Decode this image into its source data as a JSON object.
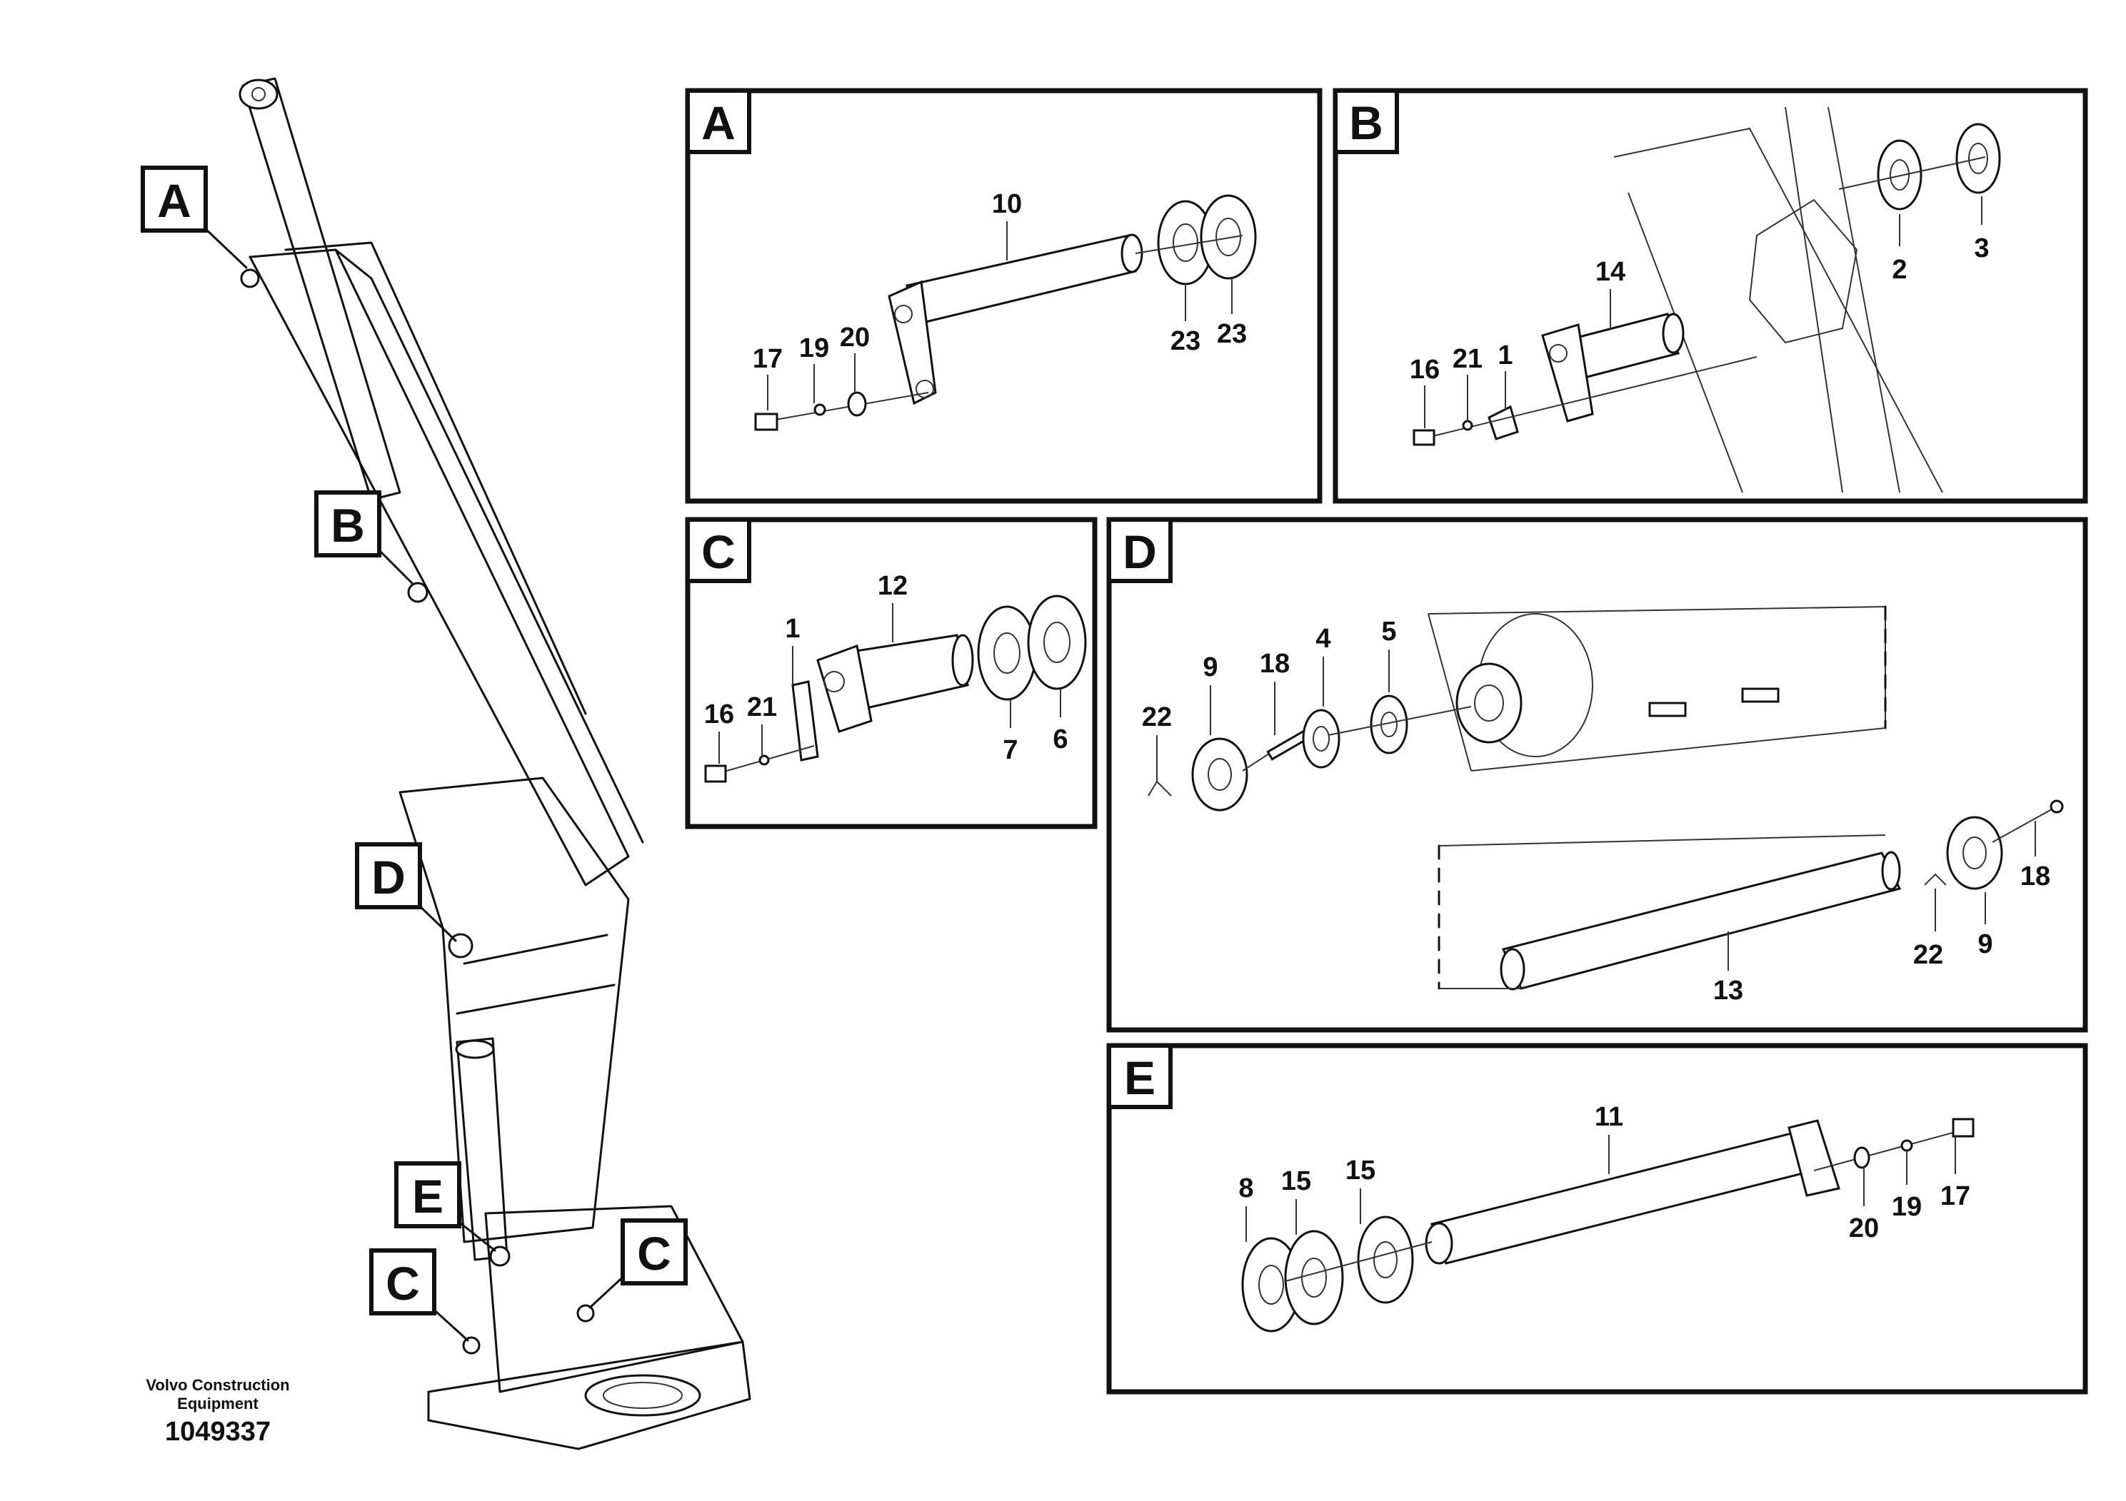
{
  "footer": {
    "brand_line1": "Volvo Construction",
    "brand_line2": "Equipment",
    "drawing_number": "1049337"
  },
  "overview_callouts": [
    "A",
    "B",
    "D",
    "E",
    "C",
    "C"
  ],
  "panels": {
    "A": {
      "title": "A",
      "labels": [
        "10",
        "17",
        "19",
        "20",
        "23",
        "23"
      ]
    },
    "B": {
      "title": "B",
      "labels": [
        "14",
        "16",
        "21",
        "1",
        "2",
        "3"
      ]
    },
    "C": {
      "title": "C",
      "labels": [
        "12",
        "1",
        "16",
        "21",
        "7",
        "6"
      ]
    },
    "D": {
      "title": "D",
      "labels": [
        "9",
        "18",
        "4",
        "5",
        "22",
        "13",
        "22",
        "9",
        "18"
      ]
    },
    "E": {
      "title": "E",
      "labels": [
        "11",
        "8",
        "15",
        "15",
        "20",
        "19",
        "17"
      ]
    }
  }
}
